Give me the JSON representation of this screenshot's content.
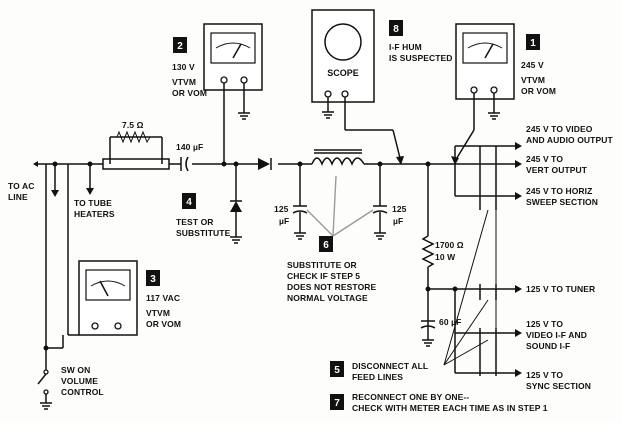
{
  "labels": {
    "to_ac_line_1": "TO AC",
    "to_ac_line_2": "LINE",
    "to_tube_heaters_1": "TO TUBE",
    "to_tube_heaters_2": "HEATERS",
    "resistor_7_5": "7.5 Ω",
    "cap_140": "140 µF",
    "test_or_sub_1": "TEST OR",
    "test_or_sub_2": "SUBSTITUTE",
    "cap125a_1": "125",
    "cap125a_2": "µF",
    "cap125b_1": "125",
    "cap125b_2": "µF",
    "res1700_1": "1700 Ω",
    "res1700_2": "10 W",
    "cap60": "60 µF",
    "sub_note_1": "SUBSTITUTE OR",
    "sub_note_2": "CHECK IF STEP 5",
    "sub_note_3": "DOES NOT RESTORE",
    "sub_note_4": "NORMAL VOLTAGE",
    "sw_1": "SW ON",
    "sw_2": "VOLUME",
    "sw_3": "CONTROL",
    "if_hum_1": "I-F HUM",
    "if_hum_2": "IS SUSPECTED",
    "scope": "SCOPE",
    "m2_1": "130 V",
    "m2_2": "VTVM",
    "m2_3": "OR VOM",
    "m1_1": "245 V",
    "m1_2": "VTVM",
    "m1_3": "OR VOM",
    "m3_1": "117 VAC",
    "m3_2": "VTVM",
    "m3_3": "OR VOM",
    "out1_1": "245 V TO VIDEO",
    "out1_2": "AND AUDIO OUTPUT",
    "out2_1": "245 V TO",
    "out2_2": "VERT OUTPUT",
    "out3_1": "245 V TO HORIZ",
    "out3_2": "SWEEP SECTION",
    "out4": "125 V TO TUNER",
    "out5_1": "125 V TO",
    "out5_2": "VIDEO I-F AND",
    "out5_3": "SOUND I-F",
    "out6_1": "125 V TO",
    "out6_2": "SYNC SECTION",
    "step5_1": "DISCONNECT ALL",
    "step5_2": "FEED LINES",
    "step7_1": "RECONNECT ONE BY ONE--",
    "step7_2": "CHECK WITH METER EACH TIME AS IN STEP 1"
  },
  "steps": {
    "s1": "1",
    "s2": "2",
    "s3": "3",
    "s4": "4",
    "s5": "5",
    "s6": "6",
    "s7": "7",
    "s8": "8"
  }
}
